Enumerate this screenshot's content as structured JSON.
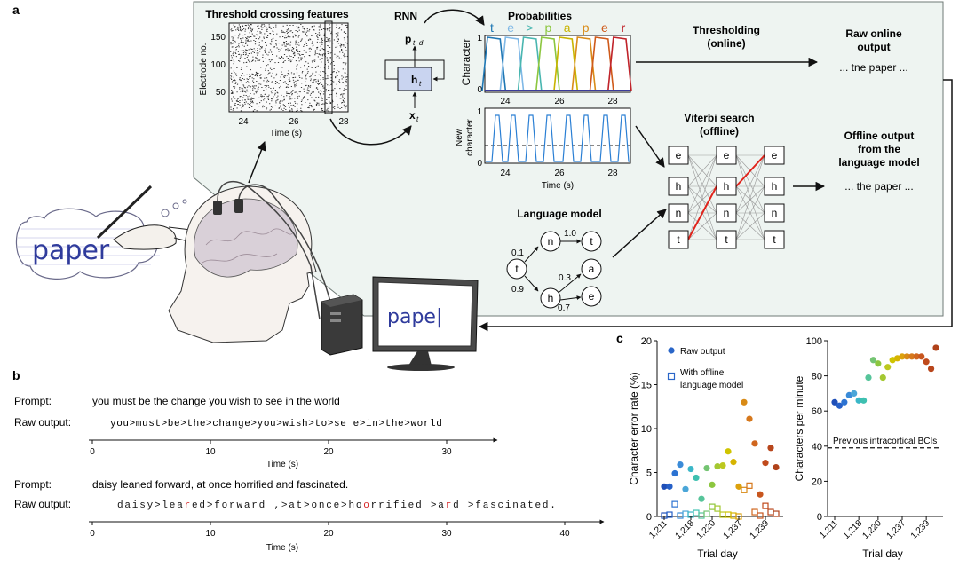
{
  "panel_a": {
    "letter": "a",
    "threshold_title": "Threshold crossing features",
    "electrode_ylabel": "Electrode no.",
    "electrode_yticks": [
      "150",
      "100",
      "50"
    ],
    "time_xticks": [
      "24",
      "26",
      "28"
    ],
    "time_xlabel": "Time (s)",
    "rnn_title": "RNN",
    "rnn_output_label": "p",
    "rnn_output_sub": "t−d",
    "rnn_hidden_label": "h",
    "rnn_hidden_sub": "t",
    "rnn_input_label": "x",
    "rnn_input_sub": "t",
    "prob_title": "Probabilities",
    "prob_letters": [
      "t",
      "e",
      ">",
      "p",
      "a",
      "p",
      "e",
      "r"
    ],
    "prob_letter_colors": [
      "#1f77b4",
      "#7fb8e6",
      "#49b6b0",
      "#8cc63f",
      "#c8b400",
      "#d98c1a",
      "#cf5a1a",
      "#c0242b"
    ],
    "prob_ylabel": "Character",
    "prob_yticks": [
      "1",
      "0"
    ],
    "newchar_ylabel": "New\ncharacter",
    "newchar_yticks": [
      "1",
      "0"
    ],
    "thresholding_title": "Thresholding\n(online)",
    "raw_online_title": "Raw online\noutput",
    "raw_online_text": "... tne paper ...",
    "viterbi_title": "Viterbi search\n(offline)",
    "viterbi_nodes": [
      "e",
      "h",
      "n",
      "t"
    ],
    "offline_title": "Offline output\nfrom the\nlanguage model",
    "offline_text": "... the paper ...",
    "lm_title": "Language model",
    "lm_nodes": [
      "t",
      "n",
      "h",
      "t",
      "a",
      "e"
    ],
    "lm_probs": [
      "0.1",
      "0.9",
      "1.0",
      "0.3",
      "0.7"
    ],
    "handwriting_word": "paper",
    "screen_text": "pape|"
  },
  "panel_b": {
    "letter": "b",
    "prompt_label": "Prompt:",
    "raw_label": "Raw output:",
    "prompt1": "you must be the change you wish to see in the world",
    "raw1": "you>must>be>the>change>you>wish>to>se e>in>the>world",
    "axis1_ticks": [
      "0",
      "10",
      "20",
      "30"
    ],
    "prompt2": "daisy leaned forward, at once horrified and fascinated.",
    "raw2_parts": [
      {
        "text": "daisy>lea",
        "color": "#111111"
      },
      {
        "text": "r",
        "color": "#d62728"
      },
      {
        "text": "ed>forward ,>at>once>ho",
        "color": "#111111"
      },
      {
        "text": "o",
        "color": "#d62728"
      },
      {
        "text": "rrified >a",
        "color": "#111111"
      },
      {
        "text": "r",
        "color": "#d62728"
      },
      {
        "text": "d >fascinated.",
        "color": "#111111"
      }
    ],
    "axis2_ticks": [
      "0",
      "10",
      "20",
      "30",
      "40"
    ],
    "xlabel": "Time (s)"
  },
  "panel_c": {
    "letter": "c",
    "legend_raw": "Raw output",
    "legend_lm": "With offline\nlanguage model",
    "xlabel": "Trial day",
    "xticks": [
      "1,211",
      "1,218",
      "1,220",
      "1,237",
      "1,239"
    ],
    "baseline_label": "Previous intracortical BCIs"
  },
  "chart_data": [
    {
      "type": "scatter",
      "ylabel": "Character error rate (%)",
      "xlabel": "Trial day",
      "ylim": [
        0,
        20
      ],
      "yticks": [
        0,
        5,
        10,
        15,
        20
      ],
      "categories": [
        "1,211",
        "1,218",
        "1,220",
        "1,237",
        "1,239"
      ],
      "series": [
        {
          "name": "Raw output",
          "marker": "filled-circle",
          "values": [
            3.4,
            3.4,
            4.9,
            5.9,
            3.1,
            5.4,
            4.4,
            2.0,
            5.5,
            3.6,
            5.7,
            5.8,
            7.4,
            6.2,
            3.4,
            13.0,
            11.1,
            8.3,
            2.5,
            6.1,
            7.8,
            5.6
          ]
        },
        {
          "name": "With offline language model",
          "marker": "open-square",
          "values": [
            0.1,
            0.2,
            1.4,
            0.1,
            0.3,
            0.2,
            0.4,
            0.1,
            0.3,
            1.1,
            0.9,
            0.2,
            0.2,
            0.1,
            0.0,
            3.0,
            3.5,
            0.5,
            0.1,
            1.2,
            0.5,
            0.3
          ]
        }
      ]
    },
    {
      "type": "scatter",
      "ylabel": "Characters per minute",
      "xlabel": "Trial day",
      "ylim": [
        0,
        100
      ],
      "yticks": [
        0,
        20,
        40,
        60,
        80,
        100
      ],
      "categories": [
        "1,211",
        "1,218",
        "1,220",
        "1,237",
        "1,239"
      ],
      "series": [
        {
          "name": "Characters per minute",
          "marker": "filled-circle",
          "values": [
            65,
            63,
            65,
            69,
            70,
            66,
            66,
            79,
            89,
            87,
            79,
            85,
            89,
            90,
            91,
            91,
            91,
            91,
            91,
            88,
            84,
            96
          ]
        }
      ],
      "baseline": {
        "value": 39,
        "label": "Previous intracortical BCIs"
      }
    }
  ]
}
